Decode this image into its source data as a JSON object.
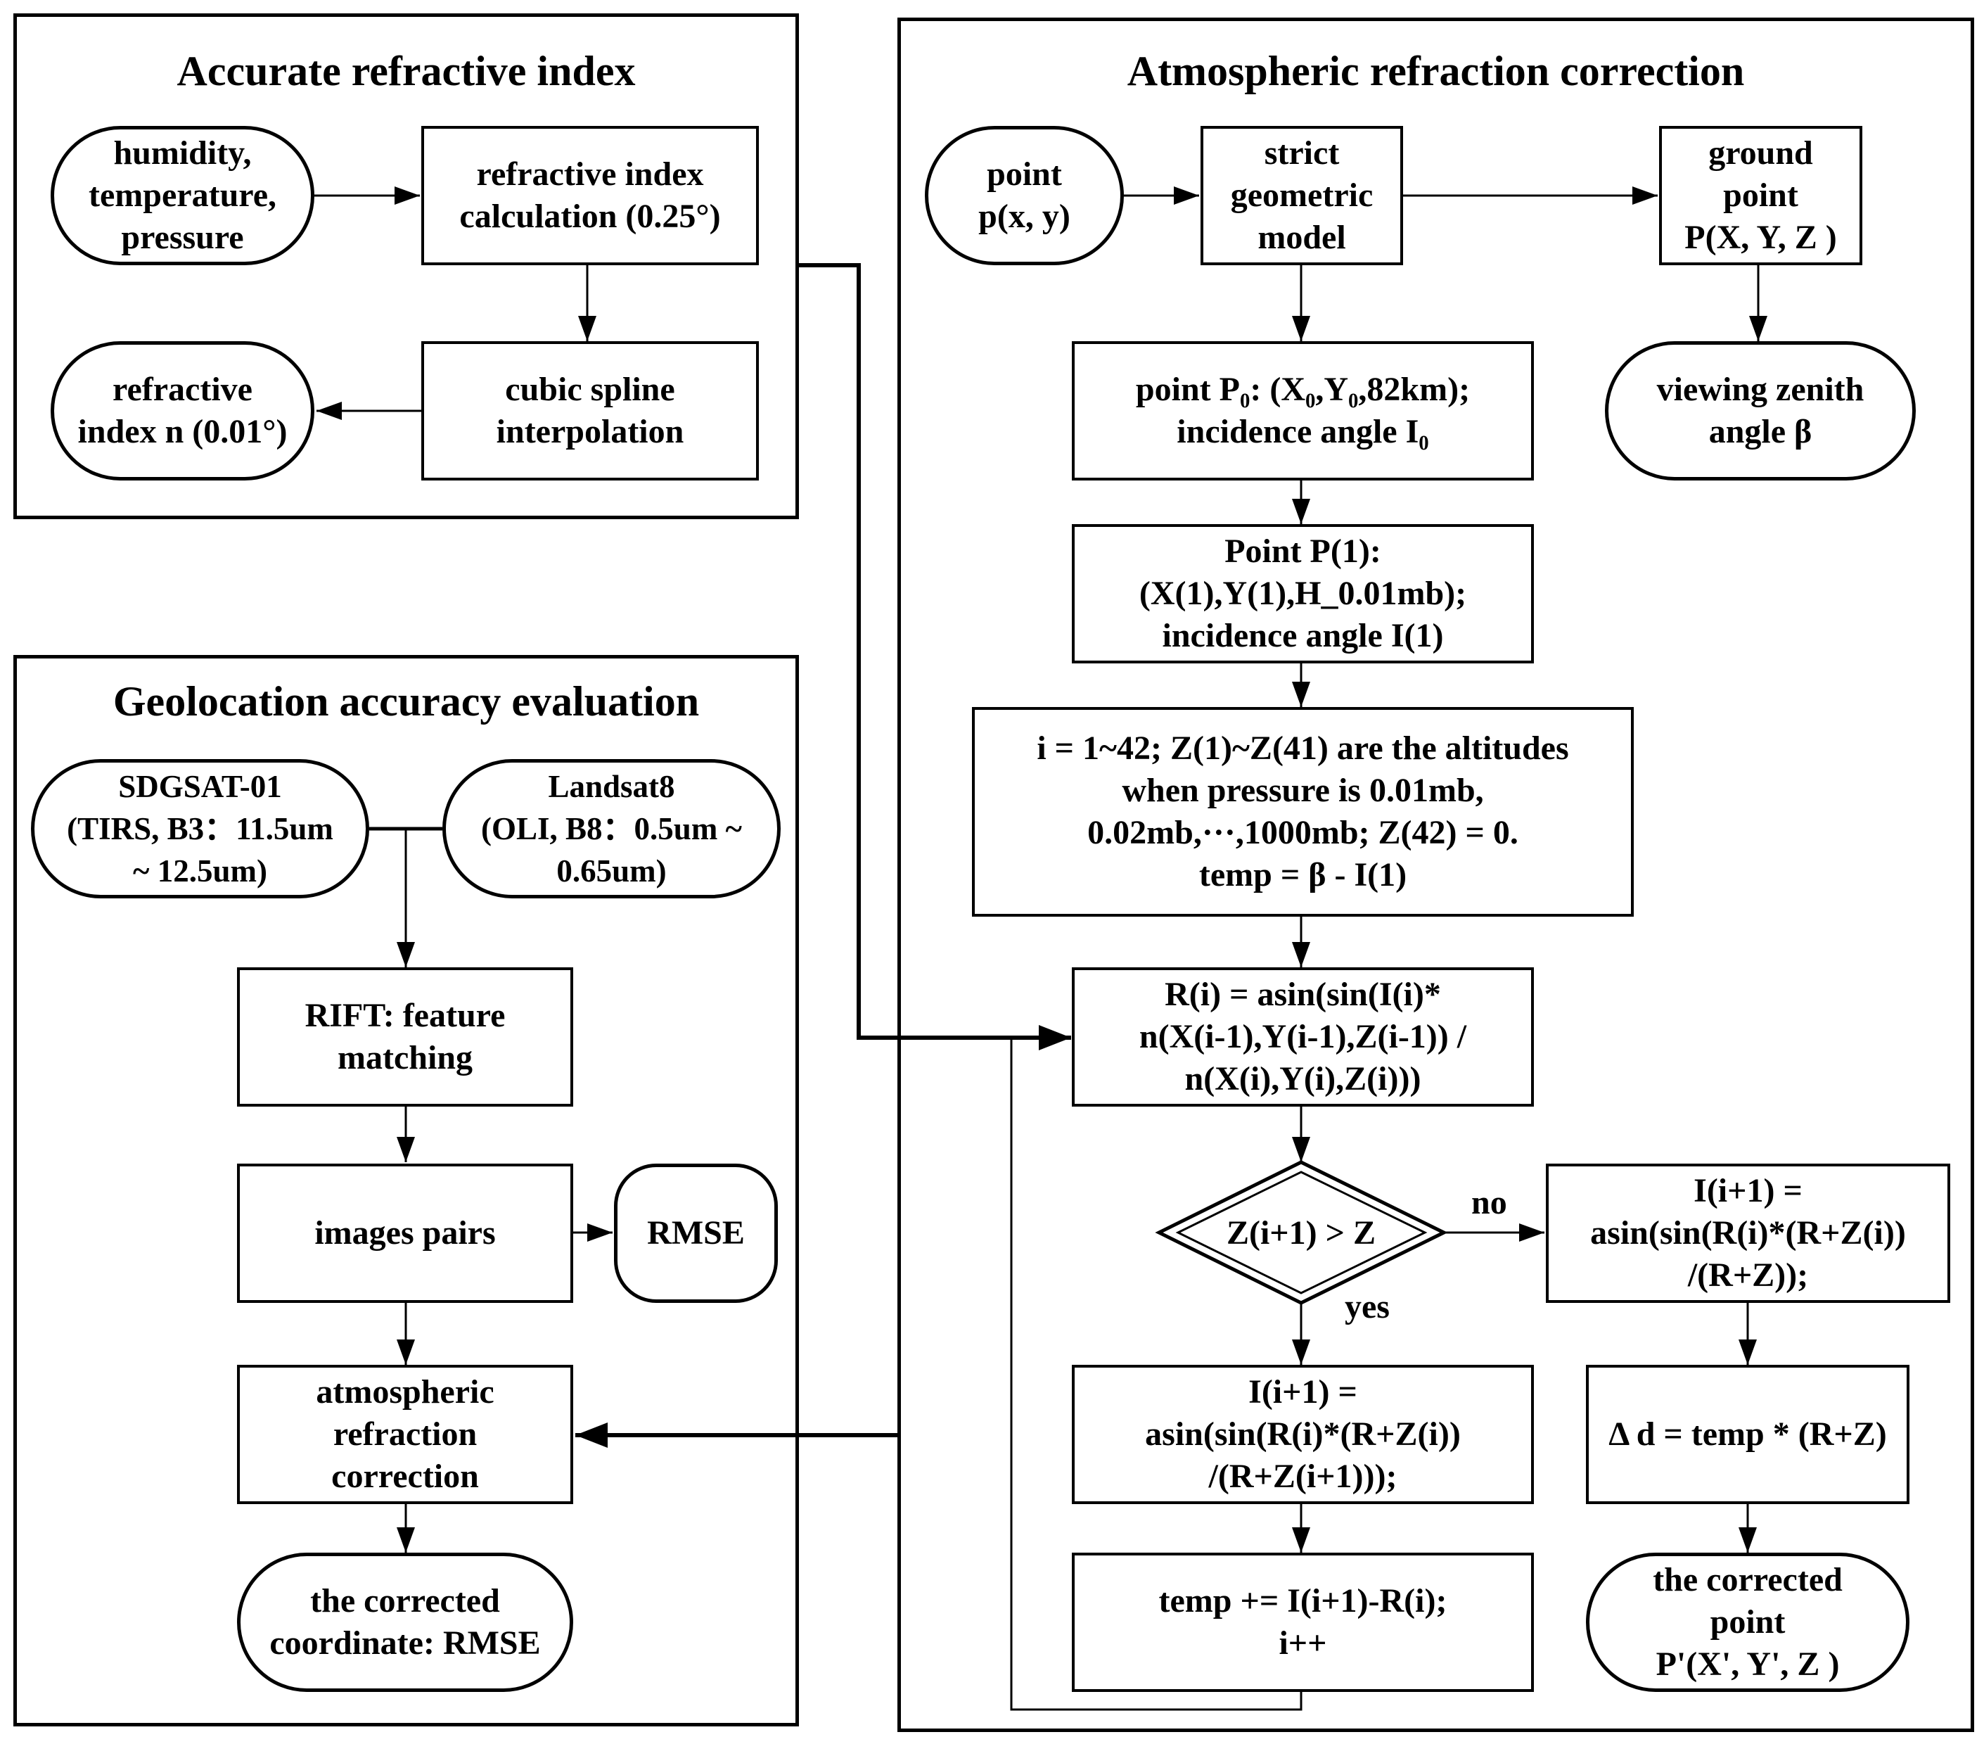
{
  "panels": {
    "refractive_index": {
      "title": "Accurate refractive index"
    },
    "refraction_correction": {
      "title": "Atmospheric refraction correction"
    },
    "geolocation": {
      "title": "Geolocation accuracy evaluation"
    }
  },
  "nodes": {
    "hum": "humidity,\ntemperature,\npressure",
    "calc": "refractive index\ncalculation (0.25°)",
    "spline": "cubic spline\ninterpolation",
    "refidx": "refractive\nindex n (0.01°)",
    "pt": "point\np(x, y)",
    "strict": "strict\ngeometric\nmodel",
    "ground": "ground\npoint\nP(X, Y, Z )",
    "vza": "viewing zenith\nangle  β",
    "p0": "point P₀: (X₀,Y₀,82km);\nincidence angle I₀",
    "p1": "Point P(1):\n(X(1),Y(1),H_0.01mb);\nincidence angle I(1)",
    "loopinit": "i = 1~42; Z(1)~Z(41) are the altitudes\nwhen pressure is 0.01mb,\n0.02mb,···,1000mb; Z(42) = 0.\ntemp =  β - I(1)",
    "ri": "R(i) = asin(sin(I(i)*\nn(X(i-1),Y(i-1),Z(i-1)) /\nn(X(i),Y(i),Z(i)))",
    "decision": "Z(i+1) > Z",
    "ino": "I(i+1) =\nasin(sin(R(i)*(R+Z(i))\n/(R+Z));",
    "iyes": "I(i+1) =\nasin(sin(R(i)*(R+Z(i))\n/(R+Z(i+1)));",
    "tempinc": "temp += I(i+1)-R(i);\ni++",
    "dd": "Δ d = temp * (R+Z)",
    "corrpoint": "the corrected\npoint\nP'(X', Y', Z )",
    "sdg": "SDGSAT-01\n(TIRS, B3：11.5um\n~ 12.5um)",
    "landsat": "Landsat8\n(OLI, B8：0.5um ~\n0.65um)",
    "rift": "RIFT: feature\nmatching",
    "pairs": "images pairs",
    "rmse": "RMSE",
    "atmcorr": "atmospheric\nrefraction\ncorrection",
    "corrcoord": "the corrected\ncoordinate: RMSE"
  },
  "labels": {
    "no": "no",
    "yes": "yes"
  }
}
